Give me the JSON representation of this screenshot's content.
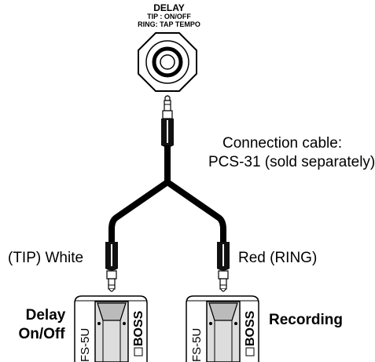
{
  "jack": {
    "title": "DELAY",
    "line1": "TIP : ON/OFF",
    "line2": "RING: TAP TEMPO"
  },
  "cable": {
    "line1": "Connection cable:",
    "line2": "PCS-31 (sold separately)"
  },
  "left_plug_label": "(TIP) White",
  "right_plug_label": "Red (RING)",
  "left_switch": {
    "function_line1": "Delay",
    "function_line2": "On/Off",
    "model": "FS-5U",
    "brand": "BOSS"
  },
  "right_switch": {
    "function": "Recording",
    "model": "FS-5U",
    "brand": "BOSS"
  }
}
